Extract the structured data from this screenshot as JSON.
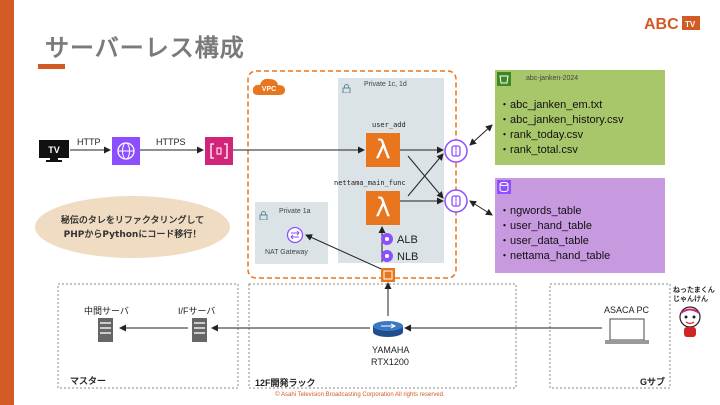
{
  "title": "サーバーレス構成",
  "logo": {
    "text": "ABC",
    "sub": "TV"
  },
  "edge": {
    "tv": "TV",
    "http": "HTTP",
    "https": "HTTPS"
  },
  "vpc": {
    "badge": "VPC",
    "private_main": "Private 1c, 1d",
    "private_sub": "Private 1a",
    "nat_gateway": "NAT Gateway"
  },
  "lambdas": [
    {
      "name": "user_add"
    },
    {
      "name": "nettama_main_func"
    }
  ],
  "load_balancers": {
    "alb": "ALB",
    "nlb": "NLB"
  },
  "s3": {
    "name": "abc-janken-2024",
    "files": [
      "・abc_janken_em.txt",
      "・abc_janken_history.csv",
      "・rank_today.csv",
      "・rank_total.csv"
    ]
  },
  "database": {
    "tables": [
      "・ngwords_table",
      "・user_hand_table",
      "・user_data_table",
      "・nettama_hand_table"
    ]
  },
  "note": {
    "line1": "秘伝のタレをリファクタリングして",
    "line2": "PHPからPythonにコード移行！"
  },
  "onprem": {
    "master": {
      "label": "マスター",
      "server": "中間サーバ",
      "if_server": "I/Fサーバ"
    },
    "rack": {
      "label": "12F開発ラック",
      "router_model": "YAMAHA",
      "router_name": "RTX1200"
    },
    "gsub": {
      "label": "Gサブ",
      "pc": "ASACA PC"
    }
  },
  "mascot": {
    "line1": "ねったまくん",
    "line2": "じゃんけん"
  },
  "footer": {
    "copyright": "© Asahi Television Broadcasting Corporation All rights reserved."
  },
  "colors": {
    "accent": "#d35a24",
    "aws_pink": "#d1247a",
    "aws_purple": "#8c4fff",
    "lambda_orange": "#e8761f",
    "s3_green": "#a8c76a",
    "db_purple": "#c79ae0",
    "private_bg": "#dbe3e6"
  }
}
